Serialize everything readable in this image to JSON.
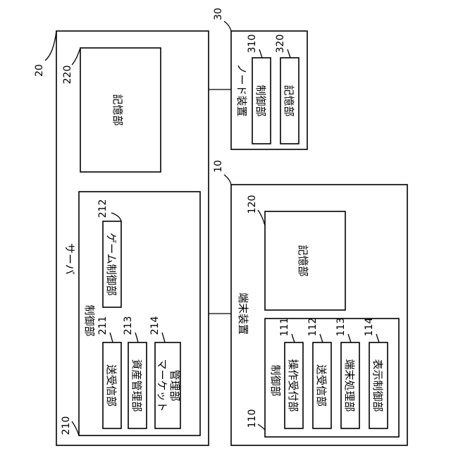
{
  "server": {
    "ref": "20",
    "label": "サーバ",
    "storage": {
      "ref": "220",
      "label": "記憶部"
    },
    "control": {
      "ref": "210",
      "label": "制御部",
      "game_control": {
        "ref": "212",
        "label": "ゲーム制御部"
      },
      "transceiver": {
        "ref": "211",
        "label": "送受信部"
      },
      "asset_mgmt": {
        "ref": "213",
        "label": "資産管理部"
      },
      "market_mgmt": {
        "ref": "214",
        "label_line1": "マーケット",
        "label_line2": "管理部"
      }
    }
  },
  "node": {
    "ref": "30",
    "label": "ノード装置",
    "control": {
      "ref": "310",
      "label": "制御部"
    },
    "storage": {
      "ref": "320",
      "label": "記憶部"
    }
  },
  "terminal": {
    "ref": "10",
    "label": "端末装置",
    "storage": {
      "ref": "120",
      "label": "記憶部"
    },
    "control": {
      "ref": "110",
      "label": "制御部",
      "op_accept": {
        "ref": "111",
        "label": "操作受付部"
      },
      "transceiver": {
        "ref": "112",
        "label": "送受信部"
      },
      "term_proc": {
        "ref": "113",
        "label": "端末処理部"
      },
      "display_ctrl": {
        "ref": "114",
        "label": "表示制御部"
      }
    }
  }
}
